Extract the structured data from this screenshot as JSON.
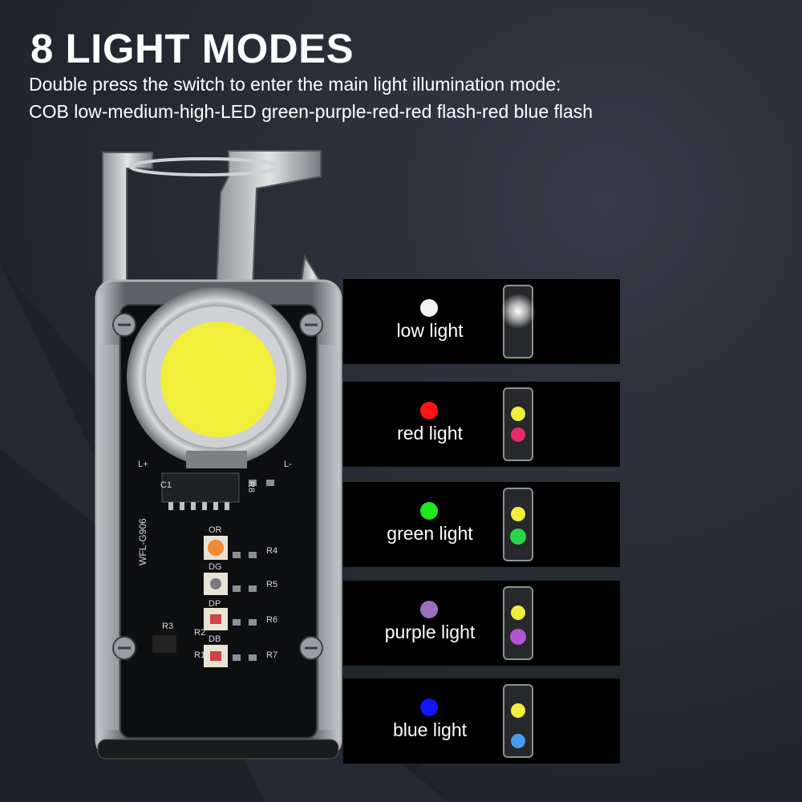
{
  "header": {
    "title": "8 LIGHT MODES",
    "line1": "Double press the switch to enter the main light illumination mode:",
    "line2": "COB low-medium-high-LED green-purple-red-red flash-red blue flash"
  },
  "device": {
    "board_code": "WFL-G906",
    "labels": [
      "L+",
      "L-",
      "C1",
      "R8",
      "OR",
      "DG",
      "DP",
      "DB",
      "R4",
      "R5",
      "R6",
      "R7",
      "R3",
      "R2",
      "R1"
    ]
  },
  "modes": [
    {
      "label": "low light",
      "dot_color": "#f2f2f2"
    },
    {
      "label": "red light",
      "dot_color": "#ff1414"
    },
    {
      "label": "green light",
      "dot_color": "#1ee81e"
    },
    {
      "label": "purple light",
      "dot_color": "#9a6fbf"
    },
    {
      "label": "blue light",
      "dot_color": "#1414ff"
    }
  ],
  "colors": {
    "background": "#242831",
    "cob": "#f2ef3c"
  }
}
